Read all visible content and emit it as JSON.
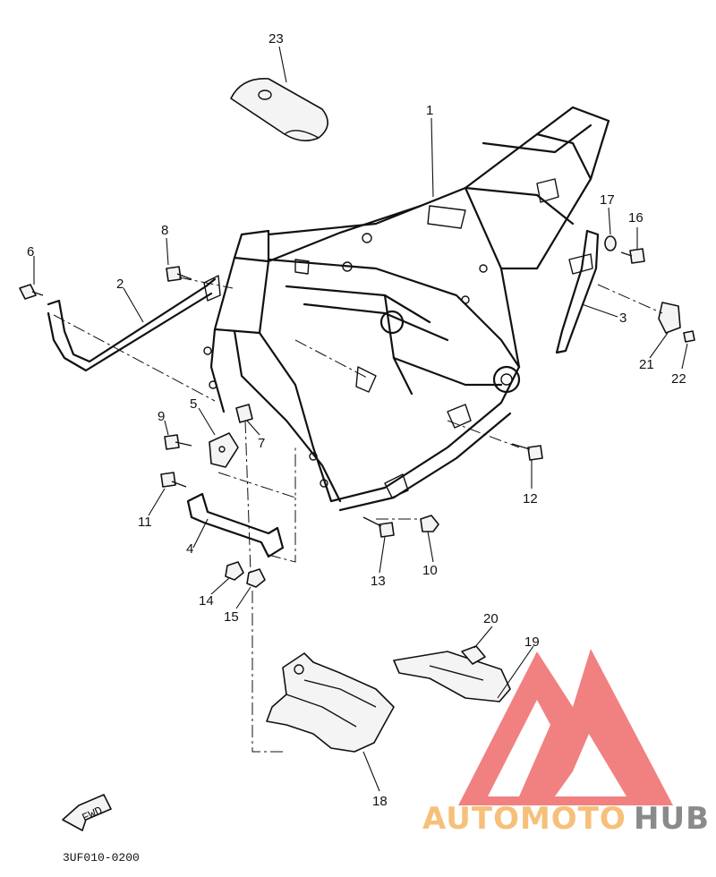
{
  "diagram_code": "3UF010-0200",
  "fwd_label": "FWD",
  "watermark": {
    "text_left": "AUTOMOTO",
    "text_right": "HUB",
    "color_left": "#f6c07a",
    "color_right": "#8a8a8a",
    "logo_color": "#ef6b6b"
  },
  "callouts": {
    "c1": "1",
    "c2": "2",
    "c3": "3",
    "c4": "4",
    "c5": "5",
    "c6": "6",
    "c7": "7",
    "c8": "8",
    "c9": "9",
    "c10": "10",
    "c11": "11",
    "c12": "12",
    "c13": "13",
    "c14": "14",
    "c15": "15",
    "c16": "16",
    "c17": "17",
    "c18": "18",
    "c19": "19",
    "c20": "20",
    "c21": "21",
    "c22": "22",
    "c23": "23"
  }
}
